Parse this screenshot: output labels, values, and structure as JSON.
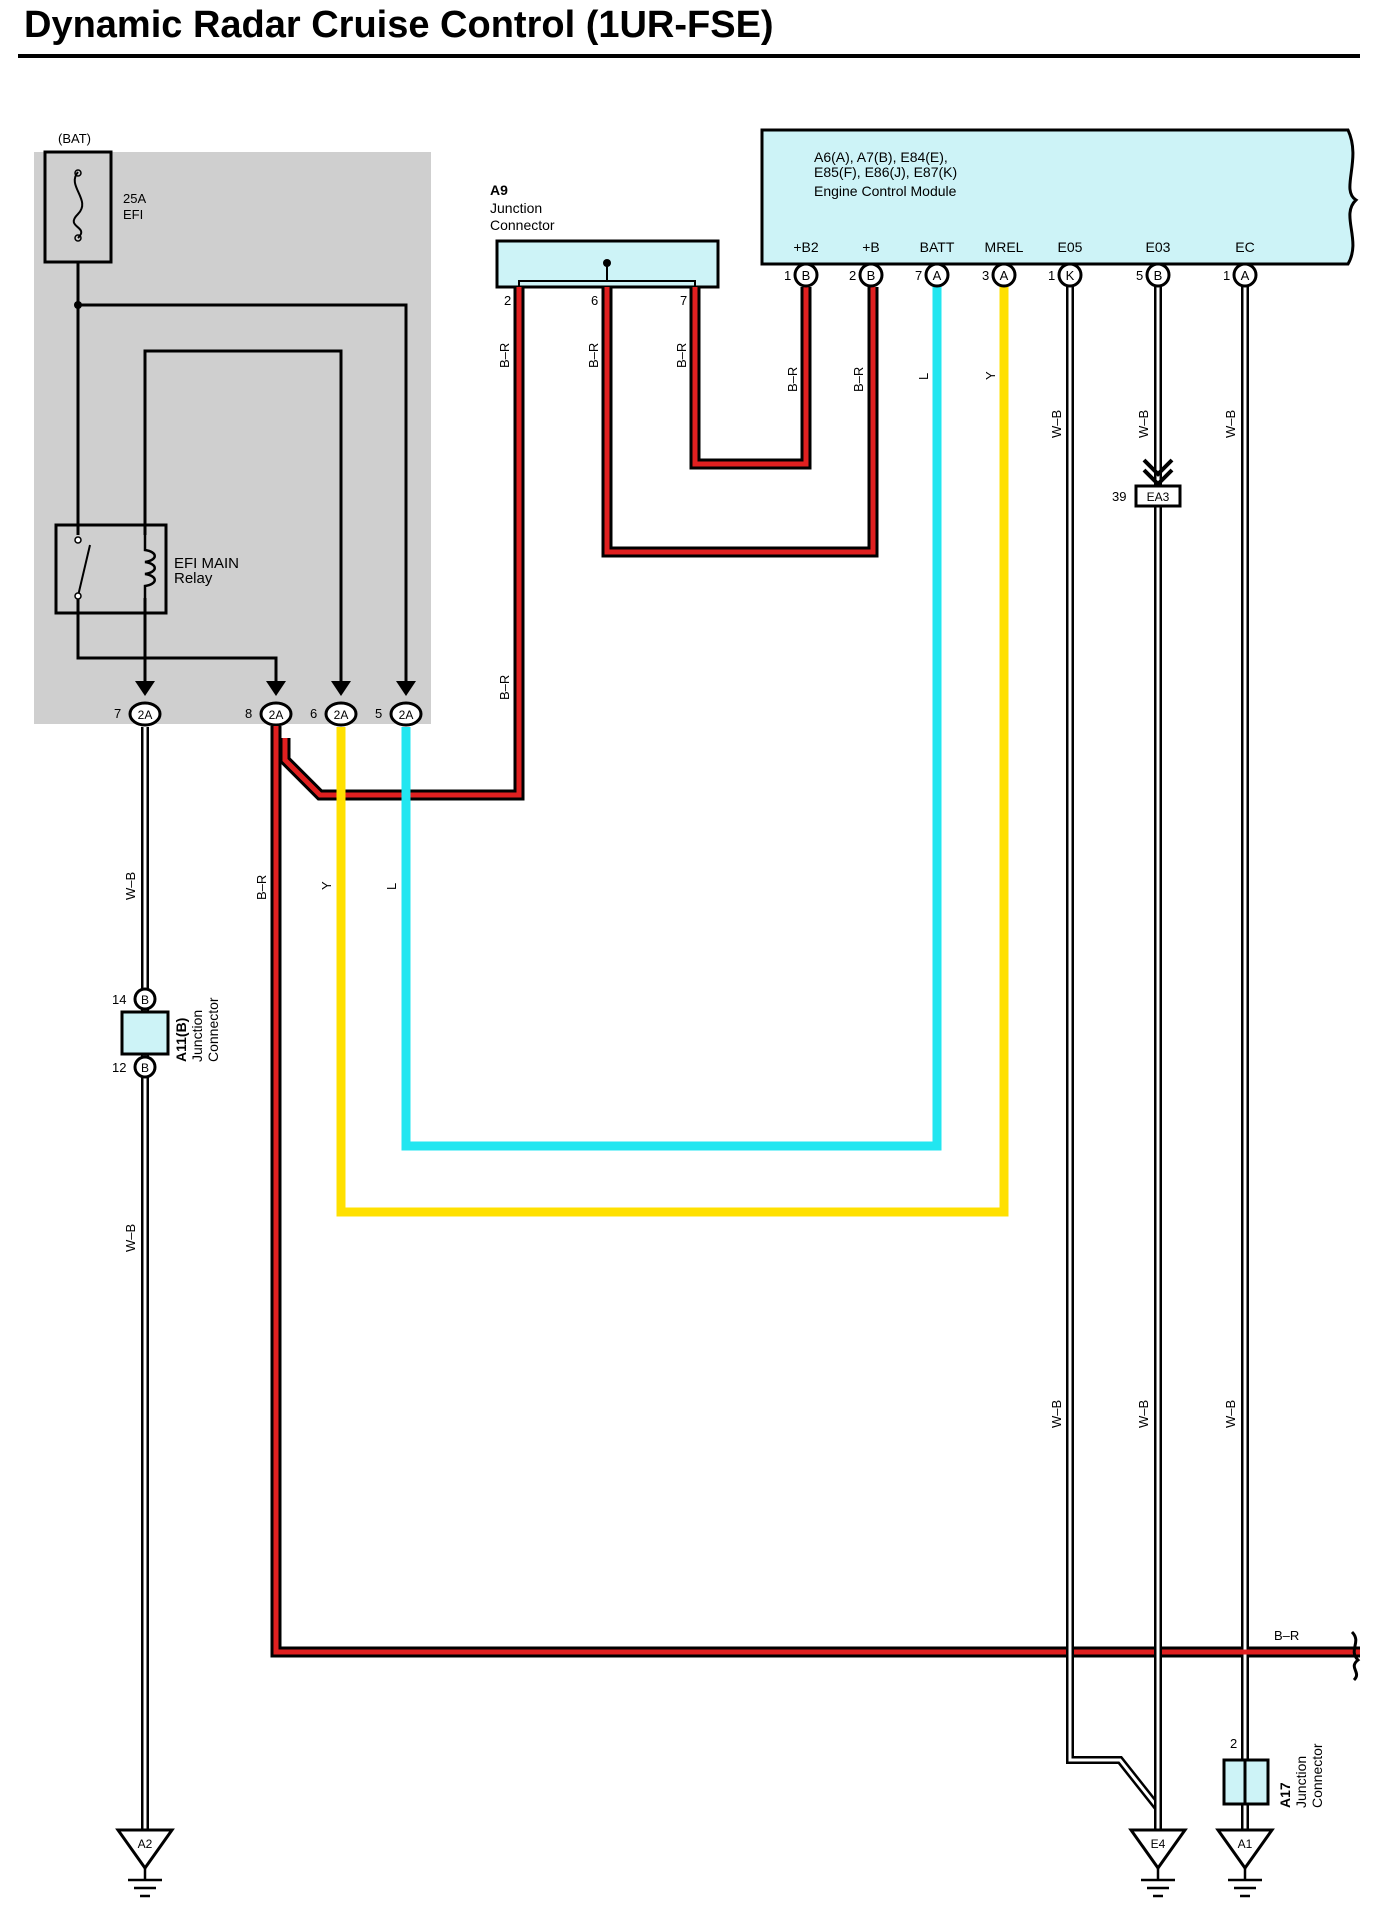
{
  "title": "Dynamic Radar Cruise Control (1UR-FSE)",
  "relay_box": {
    "bat_label": "(BAT)",
    "fuse_rating": "25A",
    "fuse_name": "EFI",
    "relay_name": "EFI MAIN",
    "relay_word": "Relay",
    "pins": [
      {
        "num": "7",
        "code": "2A"
      },
      {
        "num": "8",
        "code": "2A"
      },
      {
        "num": "6",
        "code": "2A"
      },
      {
        "num": "5",
        "code": "2A"
      }
    ]
  },
  "a9": {
    "id": "A9",
    "line1": "Junction",
    "line2": "Connector",
    "pins": [
      "2",
      "6",
      "7"
    ]
  },
  "ecm": {
    "codes1": "A6(A), A7(B), E84(E),",
    "codes2": "E85(F), E86(J), E87(K)",
    "name": "Engine Control Module",
    "terminals": [
      {
        "label": "+B2",
        "num": "1",
        "code": "B"
      },
      {
        "label": "+B",
        "num": "2",
        "code": "B"
      },
      {
        "label": "BATT",
        "num": "7",
        "code": "A"
      },
      {
        "label": "MREL",
        "num": "3",
        "code": "A"
      },
      {
        "label": "E05",
        "num": "1",
        "code": "K"
      },
      {
        "label": "E03",
        "num": "5",
        "code": "B"
      },
      {
        "label": "EC",
        "num": "1",
        "code": "A"
      }
    ]
  },
  "wires": {
    "br": "B–R",
    "wb": "W–B",
    "l": "L",
    "y": "Y"
  },
  "ea3": {
    "num": "39",
    "code": "EA3"
  },
  "a11": {
    "id": "A11(B)",
    "line1": "Junction",
    "line2": "Connector",
    "pin_top": "14",
    "pin_bottom": "12",
    "code": "B"
  },
  "a17": {
    "id": "A17",
    "line1": "Junction",
    "line2": "Connector",
    "pin": "2"
  },
  "grounds": {
    "a2": "A2",
    "e4": "E4",
    "a1": "A1"
  },
  "colors": {
    "blue_wire": "#22e6f0",
    "yellow_wire": "#ffe000",
    "red_wire": "#e02020",
    "relay_bg": "#cfcfcf",
    "connector_fill": "#cdf3f7"
  }
}
